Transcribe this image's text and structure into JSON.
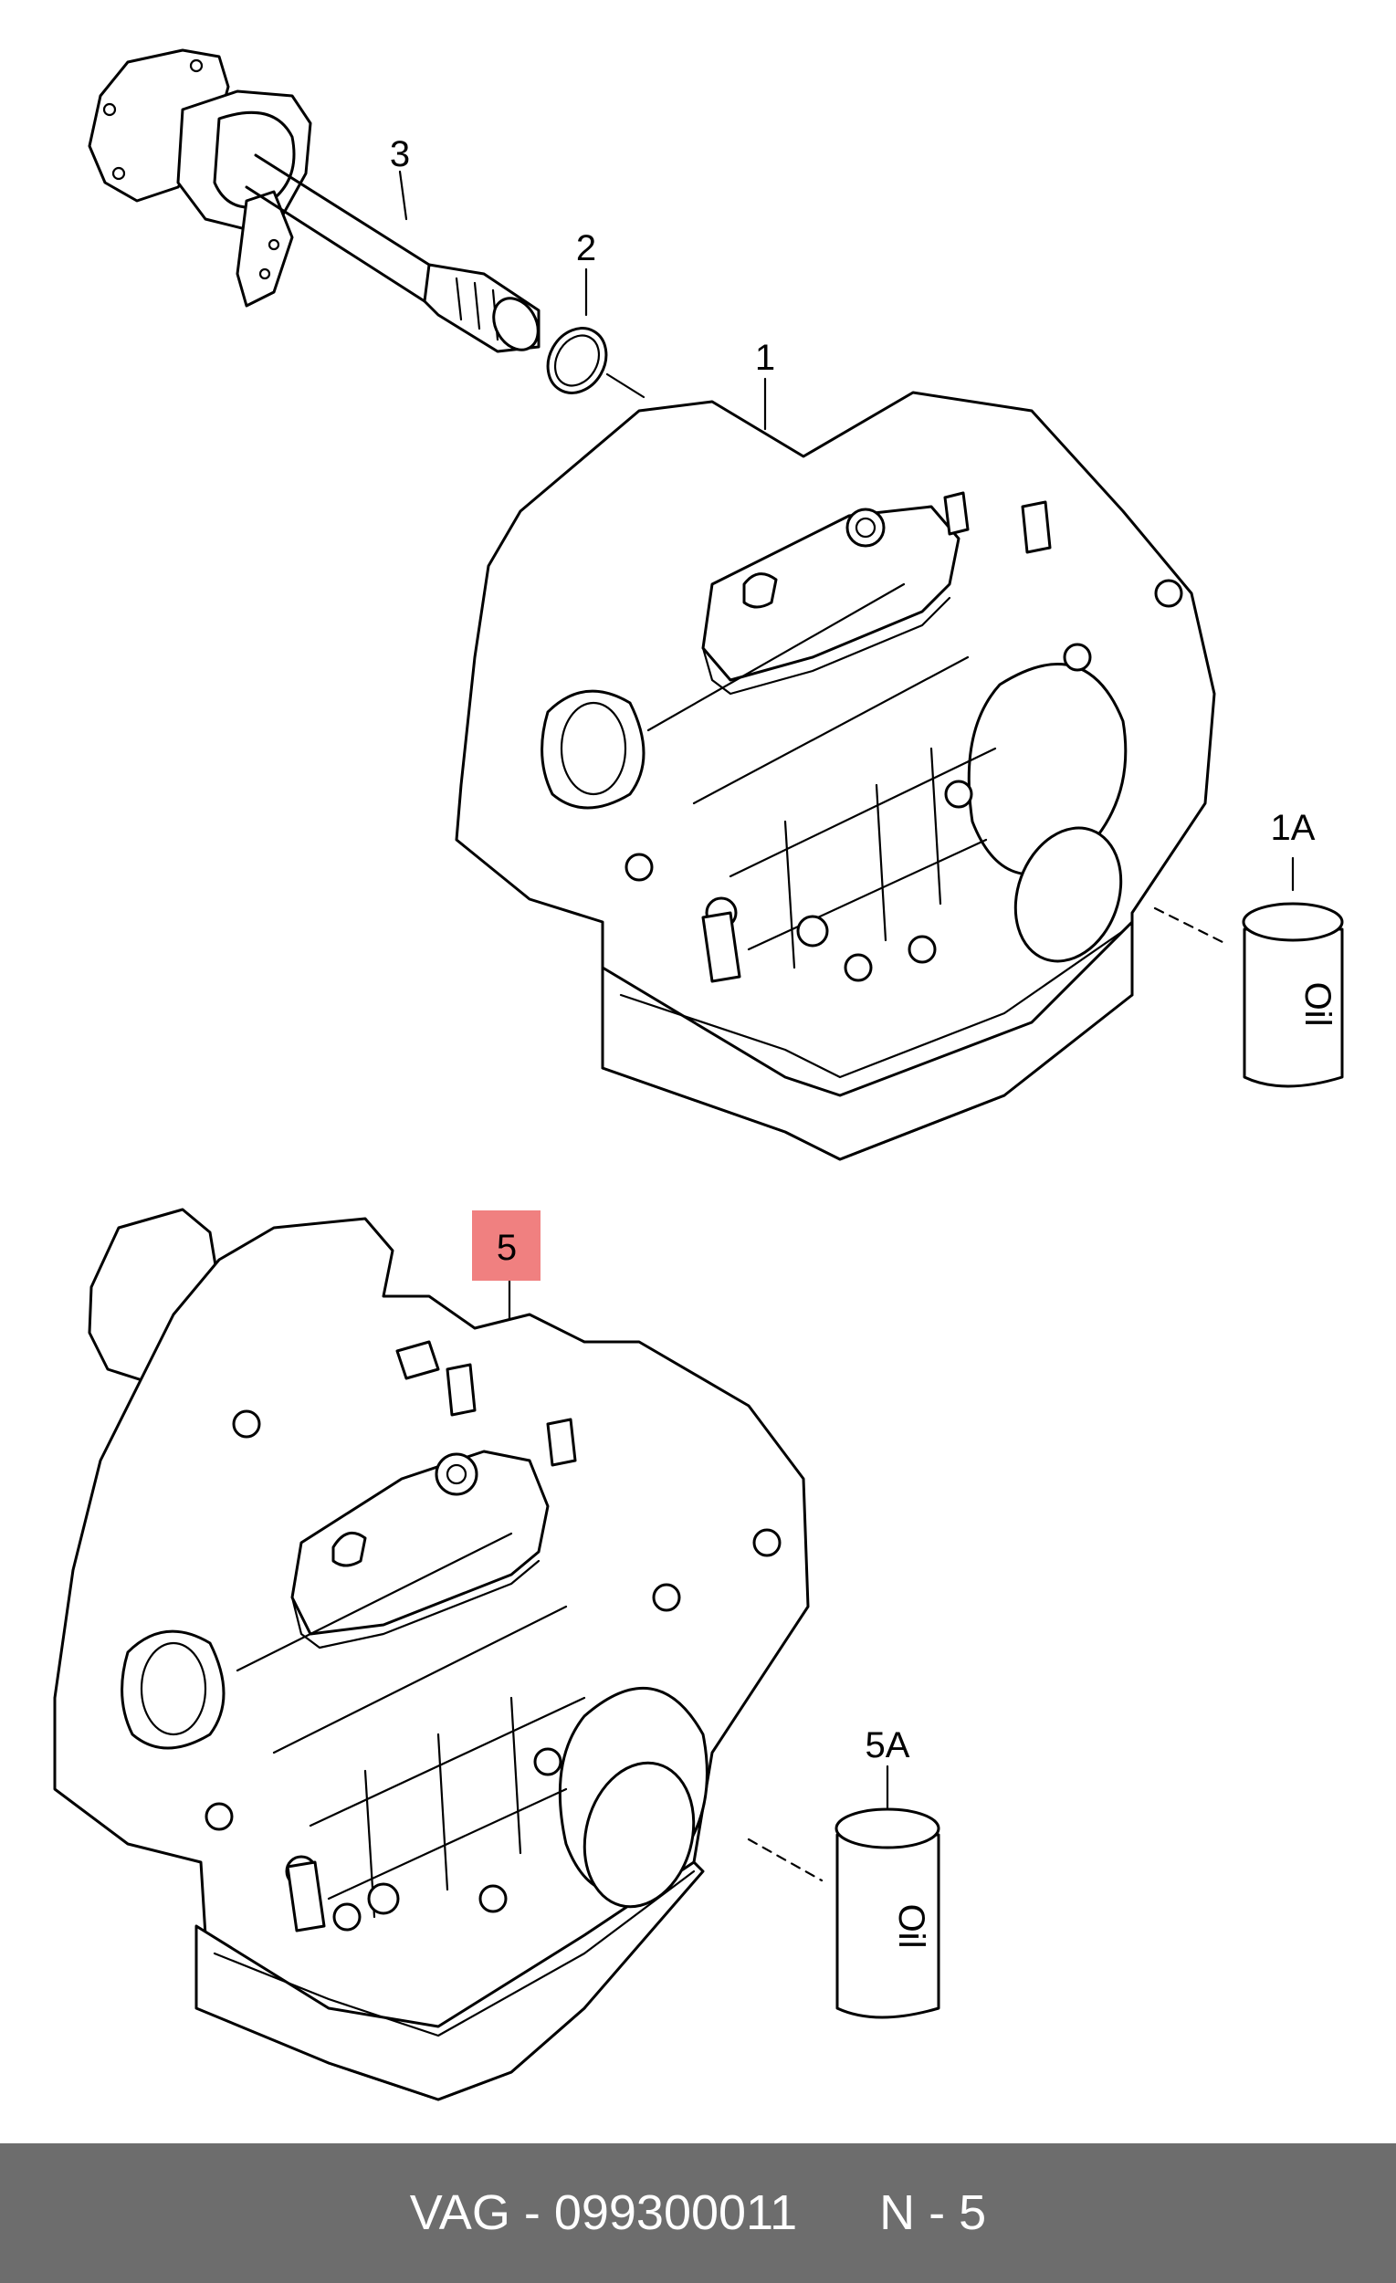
{
  "callouts": [
    {
      "id": "1",
      "label": "1"
    },
    {
      "id": "2",
      "label": "2"
    },
    {
      "id": "3",
      "label": "3"
    },
    {
      "id": "1A",
      "label": "1A"
    },
    {
      "id": "5",
      "label": "5",
      "highlighted": true
    },
    {
      "id": "5A",
      "label": "5A"
    }
  ],
  "oil_can_text": "Oil",
  "colors": {
    "highlight": "#f08080",
    "footer_bg": "#6d6d6d",
    "footer_text": "#ffffff",
    "line": "#000000"
  },
  "footer": {
    "brand": "VAG",
    "separator1": " - ",
    "part_number": "099300011",
    "gap": "      ",
    "ref_code": "N",
    "separator2": " - ",
    "ref_number": "5"
  }
}
